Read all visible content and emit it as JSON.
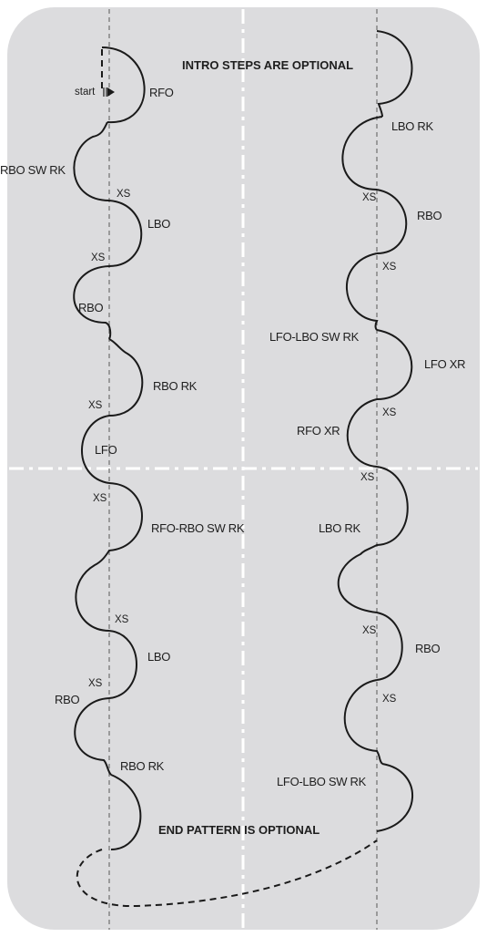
{
  "notes": {
    "intro": "INTRO STEPS ARE OPTIONAL",
    "end": "END PATTERN IS OPTIONAL",
    "start": "start"
  },
  "left_column": {
    "steps": [
      "RFO",
      "RBO SW RK",
      "LBO",
      "RBO",
      "RBO RK",
      "LFO",
      "RFO-RBO SW RK",
      "LBO",
      "RBO",
      "RBO RK"
    ],
    "transitions": [
      "XS",
      "XS",
      "XS",
      "XS",
      "XS",
      "XS"
    ]
  },
  "right_column": {
    "steps": [
      "LBO RK",
      "RBO",
      "LFO-LBO SW RK",
      "LFO XR",
      "RFO XR",
      "LBO RK",
      "RBO",
      "LFO-LBO SW RK"
    ],
    "transitions": [
      "XS",
      "XS",
      "XS",
      "XS",
      "XS",
      "XS"
    ]
  },
  "colors": {
    "ice": "#dcdcde",
    "tracing": "#1a1a1a",
    "axis": "#8a8a8a",
    "center_line": "#ffffff"
  }
}
